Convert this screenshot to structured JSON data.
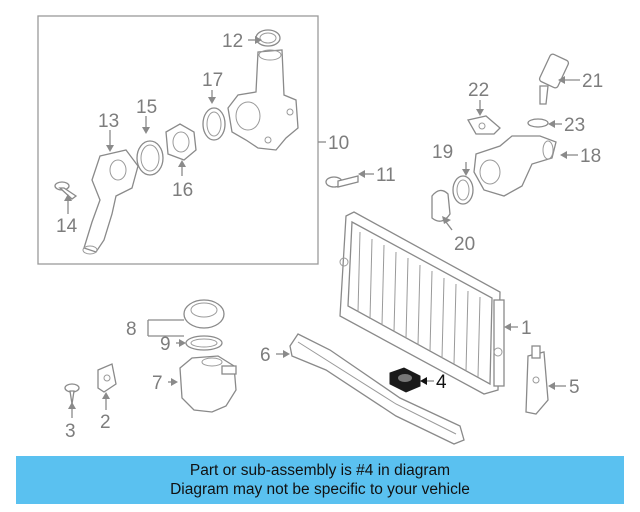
{
  "callouts": {
    "c1": "1",
    "c2": "2",
    "c3": "3",
    "c4": "4",
    "c5": "5",
    "c6": "6",
    "c7": "7",
    "c8": "8",
    "c9": "9",
    "c10": "10",
    "c11": "11",
    "c12": "12",
    "c13": "13",
    "c14": "14",
    "c15": "15",
    "c16": "16",
    "c17": "17",
    "c18": "18",
    "c19": "19",
    "c20": "20",
    "c21": "21",
    "c22": "22",
    "c23": "23"
  },
  "highlight_part": "4",
  "banner": {
    "line1": "Part or sub-assembly is #4 in diagram",
    "line2": "Diagram may not be specific to your vehicle"
  },
  "colors": {
    "banner_bg": "#5ac1f0",
    "linework": "#8a8a8a",
    "highlighted_part": "#1a1a1a"
  }
}
